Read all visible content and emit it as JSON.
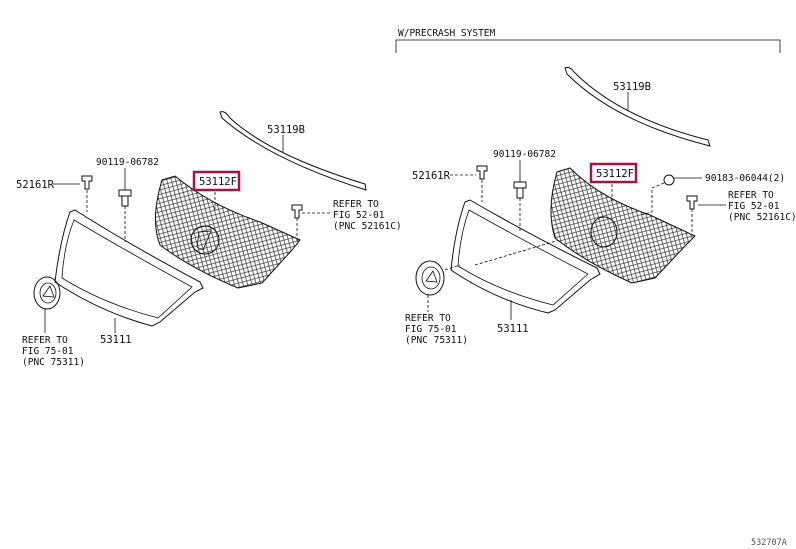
{
  "left": {
    "molding": "53119B",
    "clip": "52161R",
    "bolt": "90119-06782",
    "grille_highlighted": "53112F",
    "refer_clip": [
      "REFER TO",
      "FIG 52-01",
      "(PNC 52161C)"
    ],
    "frame": "53111",
    "refer_emblem": [
      "REFER TO",
      "FIG 75-01",
      "(PNC 75311)"
    ]
  },
  "right": {
    "variant_title": "W/PRECRASH SYSTEM",
    "molding": "53119B",
    "clip": "52161R",
    "bolt": "90119-06782",
    "grille_highlighted": "53112F",
    "nut": "90183-06044(2)",
    "refer_clip": [
      "REFER TO",
      "FIG 52-01",
      "(PNC 52161C)"
    ],
    "frame": "53111",
    "refer_emblem": [
      "REFER TO",
      "FIG 75-01",
      "(PNC 75311)"
    ]
  },
  "figure_code": "532707A",
  "colors": {
    "highlight": "#a0163f"
  }
}
